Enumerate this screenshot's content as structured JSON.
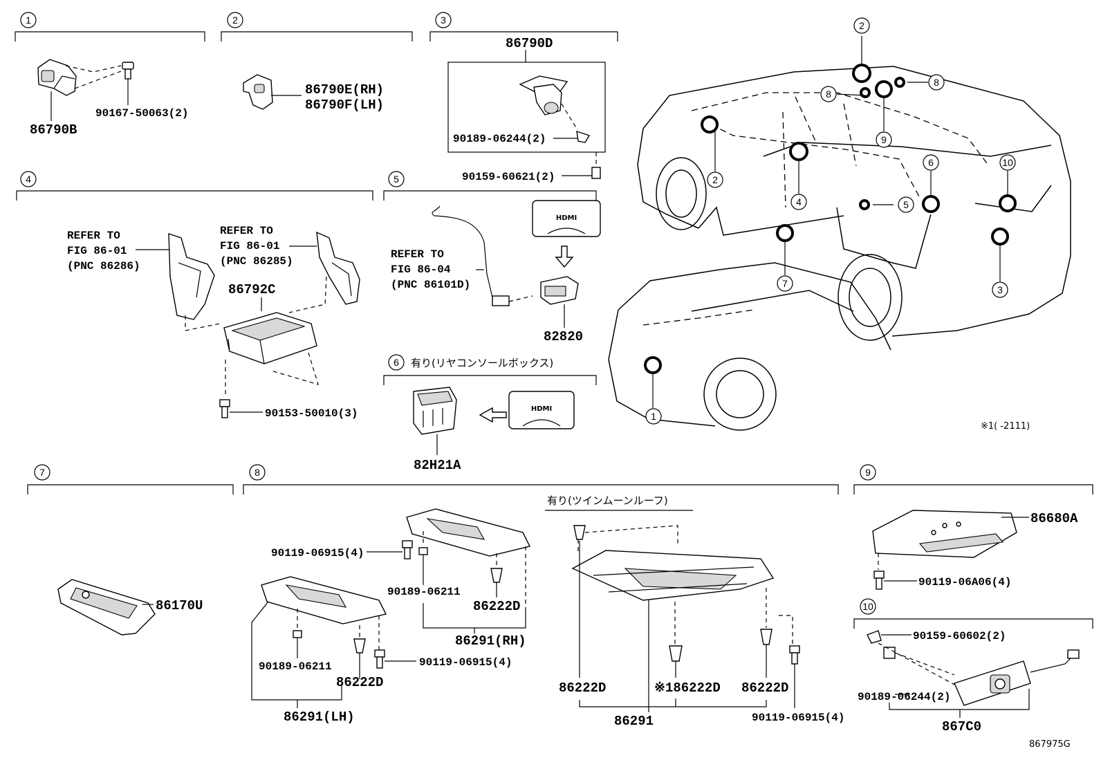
{
  "sections": [
    {
      "num": "1"
    },
    {
      "num": "2"
    },
    {
      "num": "3"
    },
    {
      "num": "4"
    },
    {
      "num": "5"
    },
    {
      "num": "6",
      "note": "有り(リヤコンソールボックス)"
    },
    {
      "num": "7"
    },
    {
      "num": "8",
      "note": "有り(ツインムーンルーフ)"
    },
    {
      "num": "9"
    },
    {
      "num": "10"
    }
  ],
  "parts": {
    "p86790B": "86790B",
    "p90167": "90167-50063(2)",
    "p86790E": "86790E(RH)",
    "p86790F": "86790F(LH)",
    "p86790D": "86790D",
    "p90189a": "90189-06244(2)",
    "p90159a": "90159-60621(2)",
    "p86792C": "86792C",
    "p90153": "90153-50010(3)",
    "p82820": "82820",
    "p82H21A": "82H21A",
    "p86170U": "86170U",
    "p90119a": "90119-06915(4)",
    "p90189b": "90189-06211",
    "p86222Da": "86222D",
    "p86291RH": "86291(RH)",
    "p90189c": "90189-06211",
    "p86222Db": "86222D",
    "p90119b": "90119-06915(4)",
    "p86291LH": "86291(LH)",
    "p86222Dc": "86222D",
    "p86222Dd": "※186222D",
    "p86222De": "86222D",
    "p86291": "86291",
    "p90119c": "90119-06915(4)",
    "p86680A": "86680A",
    "p90119d": "90119-06A06(4)",
    "p90159b": "90159-60602(2)",
    "p90189d": "90189-06244(2)",
    "p867C0": "867C0"
  },
  "refs": {
    "r4a": [
      "REFER TO",
      "FIG 86-01",
      "(PNC 86286)"
    ],
    "r4b": [
      "REFER TO",
      "FIG 86-01",
      "(PNC 86285)"
    ],
    "r5": [
      "REFER TO",
      "FIG 86-04",
      "(PNC 86101D)"
    ]
  },
  "hdmi_label": "HDMI",
  "car_callouts": [
    "1",
    "2",
    "2",
    "3",
    "4",
    "5",
    "6",
    "7",
    "8",
    "8",
    "9",
    "10"
  ],
  "footnote": "※1(    -2111)",
  "figure_id": "867975G"
}
